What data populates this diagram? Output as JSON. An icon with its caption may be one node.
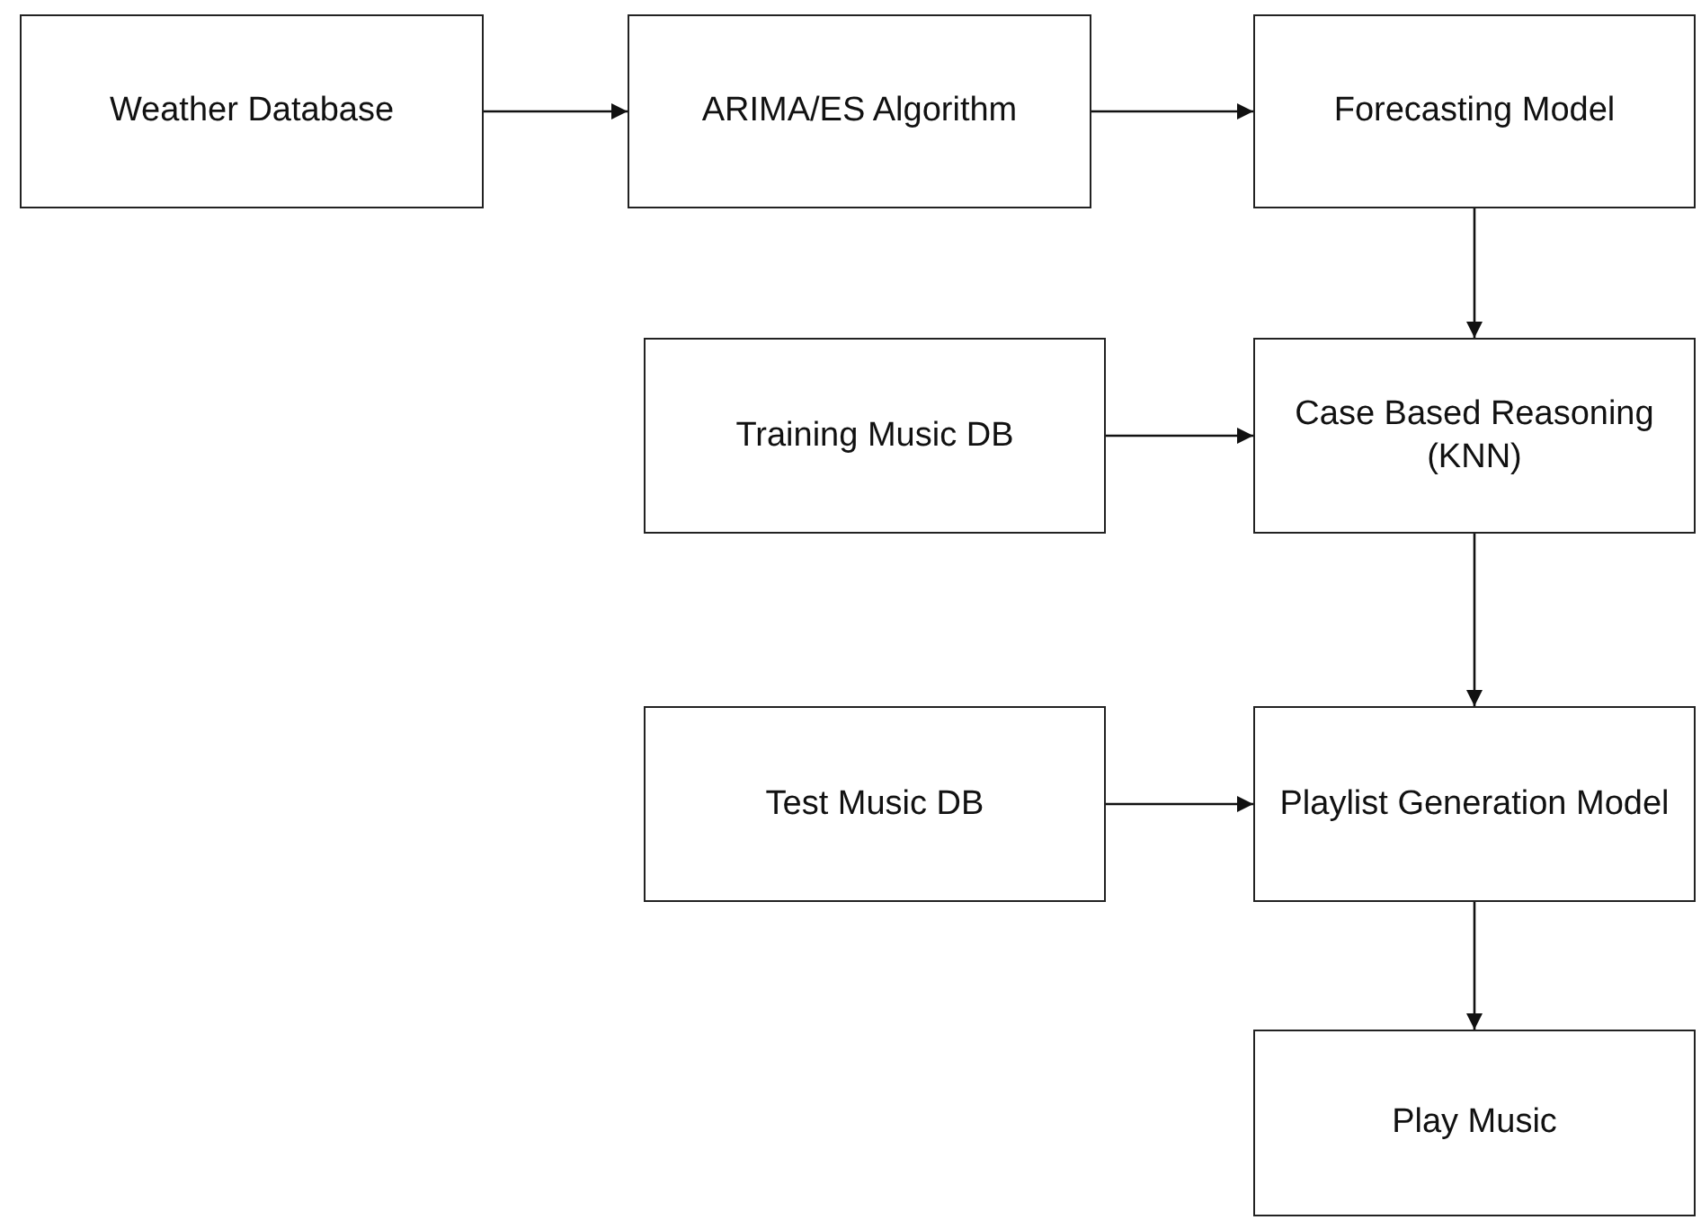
{
  "diagram": {
    "nodes": [
      {
        "text": [
          "Weather Database"
        ]
      },
      {
        "text": [
          "ARIMA/ES Algorithm"
        ]
      },
      {
        "text": [
          "Forecasting Model"
        ]
      },
      {
        "text": [
          "Training Music DB"
        ]
      },
      {
        "text": [
          "Case Based Reasoning (KNN)"
        ]
      },
      {
        "text": [
          "Test Music DB"
        ]
      },
      {
        "text": [
          "Playlist Generation Model"
        ]
      },
      {
        "text": [
          "Play Music"
        ]
      }
    ],
    "edges": [
      {
        "from": 0,
        "to": 1,
        "arrow": "to"
      },
      {
        "from": 1,
        "to": 2,
        "arrow": "to"
      },
      {
        "from": 2,
        "to": 4,
        "arrow": "to"
      },
      {
        "from": 3,
        "to": 4,
        "arrow": "to"
      },
      {
        "from": 4,
        "to": 6,
        "arrow": "to"
      },
      {
        "from": 5,
        "to": 6,
        "arrow": "to"
      },
      {
        "from": 6,
        "to": 7,
        "arrow": "to"
      }
    ]
  }
}
